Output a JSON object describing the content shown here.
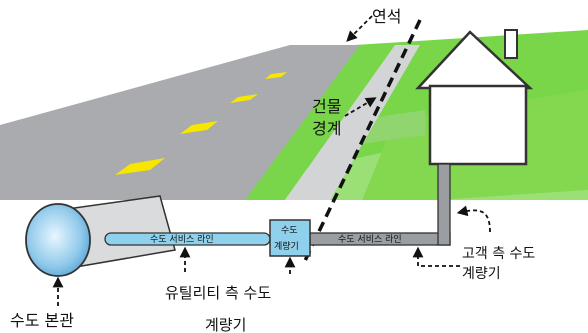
{
  "labels": {
    "curb": "연석",
    "building_boundary_line1": "건물",
    "building_boundary_line2": "경계",
    "water_service_line_left": "수도 서비스 라인",
    "water_service_line_right": "수도 서비스 라인",
    "meter_box_line1": "수도",
    "meter_box_line2": "계량기",
    "customer_meter_line1": "고객 측 수도",
    "customer_meter_line2": "계량기",
    "utility_meter_line1": "유틸리티 측 수도",
    "utility_meter_line2": "계량기",
    "water_main": "수도 본관"
  },
  "colors": {
    "road": "#a9abae",
    "road_stripe": "#f6e600",
    "grass": "#79d64a",
    "grass_light": "#a6e56f",
    "sidewalk": "#d2d4d6",
    "pipe_service": "#8fd0ec",
    "pipe_customer": "#9a9ea3",
    "water_main": "#8fc9ea",
    "house_fill": "#ffffff",
    "house_stroke": "#333333"
  }
}
